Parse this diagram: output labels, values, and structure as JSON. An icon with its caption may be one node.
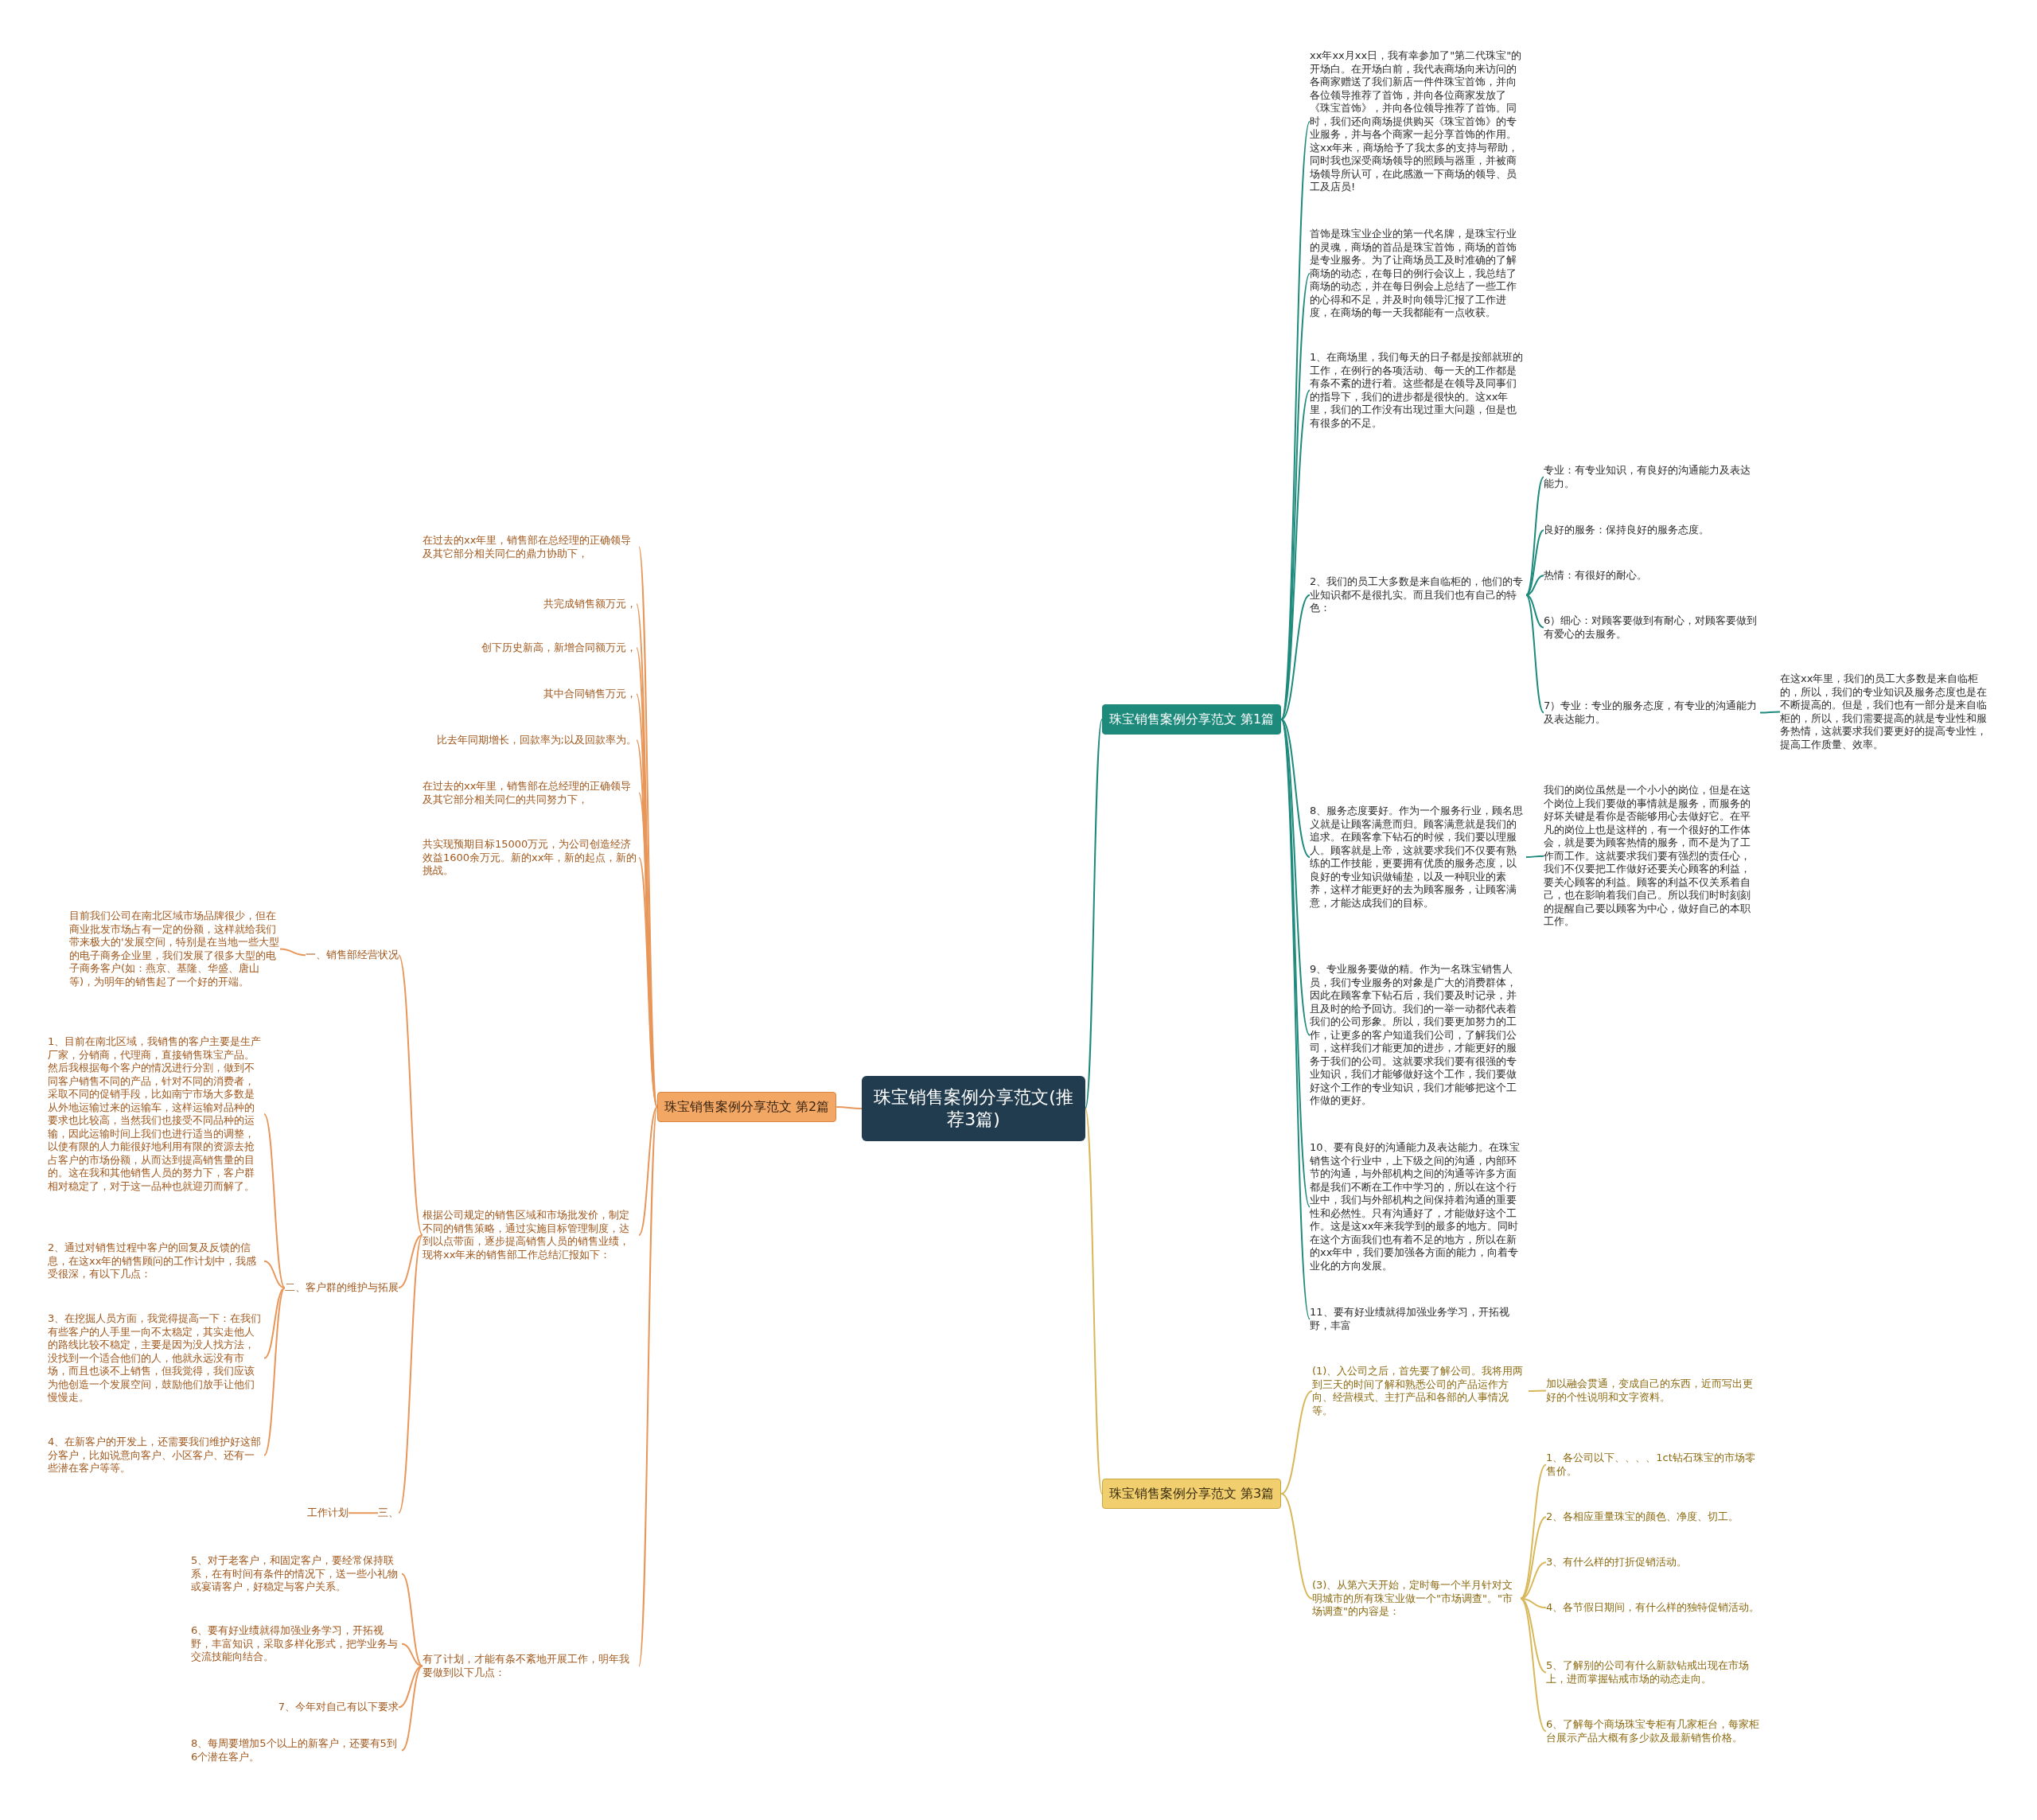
{
  "diagram": {
    "nodes": [
      {
        "text": [
          "珠宝销售案例分享范文(推荐3篇)"
        ]
      },
      {
        "text": [
          "珠宝销售案例分享范文 第1篇"
        ]
      },
      {
        "text": [
          "xx年xx月xx日，我有幸参加了\"第二代珠宝\"的开场白。在开场白前，我代表商场向来访问的各商家赠送了我们新店一件件珠宝首饰，并向各位领导推荐了首饰，并向各位商家发放了《珠宝首饰》，并向各位领导推荐了首饰。同时，我们还向商场提供购买《珠宝首饰》的专业服务，并与各个商家一起分享首饰的作用。这xx年来，商场给予了我太多的支持与帮助，同时我也深受商场领导的照顾与器重，并被商场领导所认可，在此感激一下商场的领导、员工及店员!"
        ]
      },
      {
        "text": [
          "首饰是珠宝业企业的第一代名牌，是珠宝行业的灵魂，商场的首品是珠宝首饰，商场的首饰是专业服务。为了让商场员工及时准确的了解商场的动态，在每日的例行会议上，我总结了商场的动态，并在每日例会上总结了一些工作的心得和不足，并及时向领导汇报了工作进度，在商场的每一天我都能有一点收获。"
        ]
      },
      {
        "text": [
          "1、在商场里，我们每天的日子都是按部就班的工作，在例行的各项活动、每一天的工作都是有条不紊的进行着。这些都是在领导及同事们的指导下，我们的进步都是很快的。这xx年里，我们的工作没有出现过重大问题，但是也有很多的不足。"
        ]
      },
      {
        "text": [
          "2、我们的员工大多数是来自临柜的，他们的专业知识都不是很扎实。而且我们也有自己的特色："
        ]
      },
      {
        "text": [
          "专业：有专业知识，有良好的沟通能力及表达能力。"
        ]
      },
      {
        "text": [
          "良好的服务：保持良好的服务态度。"
        ]
      },
      {
        "text": [
          "热情：有很好的耐心。"
        ]
      },
      {
        "text": [
          "6）细心：对顾客要做到有耐心，对顾客要做到有爱心的去服务。"
        ]
      },
      {
        "text": [
          "7）专业：专业的服务态度，有专业的沟通能力及表达能力。"
        ]
      },
      {
        "text": [
          "在这xx年里，我们的员工大多数是来自临柜的，所以，我们的专业知识及服务态度也是在不断提高的。但是，我们也有一部分是来自临柜的，所以，我们需要提高的就是专业性和服务热情，这就要求我们要更好的提高专业性，提高工作质量、效率。"
        ]
      },
      {
        "text": [
          "8、服务态度要好。作为一个服务行业，顾名思义就是让顾客满意而归。顾客满意就是我们的追求。在顾客拿下钻石的时候，我们要以理服人。顾客就是上帝，这就要求我们不仅要有熟练的工作技能，更要拥有优质的服务态度，以良好的专业知识做铺垫，以及一种职业的素养，这样才能更好的去为顾客服务，让顾客满意，才能达成我们的目标。"
        ]
      },
      {
        "text": [
          "我们的岗位虽然是一个小小的岗位，但是在这个岗位上我们要做的事情就是服务，而服务的好坏关键是看你是否能够用心去做好它。在平凡的岗位上也是这样的，有一个很好的工作体会，就是要为顾客热情的服务，而不是为了工作而工作。这就要求我们要有强烈的责任心，我们不仅要把工作做好还要关心顾客的利益，要关心顾客的利益。顾客的利益不仅关系着自己，也在影响着我们自己。所以我们时时刻刻的提醒自己要以顾客为中心，做好自己的本职工作。"
        ]
      },
      {
        "text": [
          "9、专业服务要做的精。作为一名珠宝销售人员，我们专业服务的对象是广大的消费群体，因此在顾客拿下钻石后，我们要及时记录，并且及时的给予回访。我们的一举一动都代表着我们的公司形象。所以，我们要更加努力的工作，让更多的客户知道我们公司，了解我们公司，这样我们才能更加的进步，才能更好的服务于我们的公司。这就要求我们要有很强的专业知识，我们才能够做好这个工作，我们要做好这个工作的专业知识，我们才能够把这个工作做的更好。"
        ]
      },
      {
        "text": [
          "10、要有良好的沟通能力及表达能力。在珠宝销售这个行业中，上下级之间的沟通，内部环节的沟通，与外部机构之间的沟通等许多方面都是我们不断在工作中学习的，所以在这个行业中，我们与外部机构之间保持着沟通的重要性和必然性。只有沟通好了，才能做好这个工作。这是这xx年来我学到的最多的地方。同时在这个方面我们也有着不足的地方，所以在新的xx年中，我们要加强各方面的能力，向着专业化的方向发展。"
        ]
      },
      {
        "text": [
          "11、要有好业绩就得加强业务学习，开拓视野，丰富"
        ]
      },
      {
        "text": [
          "珠宝销售案例分享范文 第3篇"
        ]
      },
      {
        "text": [
          "(1)、入公司之后，首先要了解公司。我将用两到三天的时间了解和熟悉公司的产品运作方向、经营模式、主打产品和各部的人事情况等。"
        ]
      },
      {
        "text": [
          "加以融会贯通，变成自己的东西，近而写出更好的个性说明和文字资料。"
        ]
      },
      {
        "text": [
          "(3)、从第六天开始，定时每一个半月针对文明城市的所有珠宝业做一个\"市场调查\"。\"市场调查\"的内容是："
        ]
      },
      {
        "text": [
          "1、各公司以下、、、、1ct钻石珠宝的市场零售价。"
        ]
      },
      {
        "text": [
          "2、各相应重量珠宝的颜色、净度、切工。"
        ]
      },
      {
        "text": [
          "3、有什么样的打折促销活动。"
        ]
      },
      {
        "text": [
          "4、各节假日期间，有什么样的独特促销活动。"
        ]
      },
      {
        "text": [
          "5、了解别的公司有什么新款钻戒出现在市场上，进而掌握钻戒市场的动态走向。"
        ]
      },
      {
        "text": [
          "6、了解每个商场珠宝专柜有几家柜台，每家柜台展示产品大概有多少款及最新销售价格。"
        ]
      },
      {
        "text": [
          "珠宝销售案例分享范文 第2篇"
        ]
      },
      {
        "text": [
          "在过去的xx年里，销售部在总经理的正确领导及其它部分相关同仁的鼎力协助下，"
        ]
      },
      {
        "text": [
          "共完成销售额万元，"
        ]
      },
      {
        "text": [
          "创下历史新高，新增合同额万元，"
        ]
      },
      {
        "text": [
          "其中合同销售万元，"
        ]
      },
      {
        "text": [
          "比去年同期增长，回款率为;以及回款率为。"
        ]
      },
      {
        "text": [
          "在过去的xx年里，销售部在总经理的正确领导及其它部分相关同仁的共同努力下，"
        ]
      },
      {
        "text": [
          "共实现预期目标15000万元，为公司创造经济效益1600余万元。新的xx年，新的起点，新的挑战。"
        ]
      },
      {
        "text": [
          "根据公司规定的销售区域和市场批发价，制定不同的销售策略，通过实施目标管理制度，达到以点带面，逐步提高销售人员的销售业绩，现将xx年来的销售部工作总结汇报如下："
        ]
      },
      {
        "text": [
          "一、销售部经营状况"
        ]
      },
      {
        "text": [
          "目前我们公司在南北区域市场品牌很少，但在商业批发市场占有一定的份额，这样就给我们带来极大的'发展空间，特别是在当地一些大型的电子商务企业里，我们发展了很多大型的电子商务客户(如：燕京、基隆、华盛、唐山等)，为明年的销售起了一个好的开端。"
        ]
      },
      {
        "text": [
          "二、客户群的维护与拓展"
        ]
      },
      {
        "text": [
          "1、目前在南北区域，我销售的客户主要是生产厂家，分销商，代理商，直接销售珠宝产品。然后我根据每个客户的情况进行分割，做到不同客户销售不同的产品，针对不同的消费者，采取不同的促销手段，比如南宁市场大多数是从外地运输过来的运输车，这样运输对品种的要求也比较高，当然我们也接受不同品种的运输，因此运输时间上我们也进行适当的调整，以使有限的人力能很好地利用有限的资源去抢占客户的市场份额，从而达到提高销售量的目的。这在我和其他销售人员的努力下，客户群相对稳定了，对于这一品种也就迎刃而解了。"
        ]
      },
      {
        "text": [
          "2、通过对销售过程中客户的回复及反馈的信息，在这xx年的销售顾问的工作计划中，我感受很深，有以下几点："
        ]
      },
      {
        "text": [
          "3、在挖掘人员方面，我觉得提高一下：在我们有些客户的人手里一向不太稳定，其实走他人的路线比较不稳定，主要是因为没人找方法，没找到一个适合他们的人，他就永远没有市场，而且也谈不上销售，但我觉得，我们应该为他创造一个发展空间，鼓励他们放手让他们慢慢走。"
        ]
      },
      {
        "text": [
          "4、在新客户的开发上，还需要我们维护好这部分客户，比如说意向客户、小区客户、还有一些潜在客户等等。"
        ]
      },
      {
        "text": [
          "三、"
        ]
      },
      {
        "text": [
          "工作计划"
        ]
      },
      {
        "text": [
          "有了计划，才能有条不紊地开展工作，明年我要做到以下几点："
        ]
      },
      {
        "text": [
          "5、对于老客户，和固定客户，要经常保持联系，在有时间有条件的情况下，送一些小礼物或宴请客户，好稳定与客户关系。"
        ]
      },
      {
        "text": [
          "6、要有好业绩就得加强业务学习，开拓视野，丰富知识，采取多样化形式，把学业务与交流技能向结合。"
        ]
      },
      {
        "text": [
          "7、今年对自己有以下要求"
        ]
      },
      {
        "text": [
          "8、每周要增加5个以上的新客户，还要有5到6个潜在客户。"
        ]
      }
    ],
    "edges": [
      {
        "from": 0,
        "to": 1,
        "arrow": "none",
        "color": "#1e8a7c"
      },
      {
        "from": 0,
        "to": 27,
        "arrow": "none"
      },
      {
        "from": 0,
        "to": 17,
        "arrow": "none",
        "color": "#d8b85a"
      },
      {
        "from": 1,
        "to": 2,
        "arrow": "none",
        "color": "#1e8a7c"
      },
      {
        "from": 1,
        "to": 3,
        "arrow": "none",
        "color": "#1e8a7c"
      },
      {
        "from": 1,
        "to": 4,
        "arrow": "none",
        "color": "#1e8a7c"
      },
      {
        "from": 1,
        "to": 5,
        "arrow": "none",
        "color": "#1e8a7c"
      },
      {
        "from": 5,
        "to": 6,
        "arrow": "none",
        "color": "#1e8a7c"
      },
      {
        "from": 5,
        "to": 7,
        "arrow": "none",
        "color": "#1e8a7c"
      },
      {
        "from": 5,
        "to": 8,
        "arrow": "none",
        "color": "#1e8a7c"
      },
      {
        "from": 5,
        "to": 9,
        "arrow": "none",
        "color": "#1e8a7c"
      },
      {
        "from": 5,
        "to": 10,
        "arrow": "none",
        "color": "#1e8a7c"
      },
      {
        "from": 10,
        "to": 11,
        "arrow": "none",
        "color": "#1e8a7c"
      },
      {
        "from": 1,
        "to": 12,
        "arrow": "none",
        "color": "#1e8a7c"
      },
      {
        "from": 12,
        "to": 13,
        "arrow": "none",
        "color": "#1e8a7c"
      },
      {
        "from": 1,
        "to": 14,
        "arrow": "none",
        "color": "#1e8a7c"
      },
      {
        "from": 1,
        "to": 15,
        "arrow": "none",
        "color": "#1e8a7c"
      },
      {
        "from": 1,
        "to": 16,
        "arrow": "none",
        "color": "#1e8a7c"
      },
      {
        "from": 17,
        "to": 18,
        "arrow": "none",
        "color": "#d8b85a"
      },
      {
        "from": 18,
        "to": 19,
        "arrow": "none",
        "color": "#d8b85a"
      },
      {
        "from": 17,
        "to": 20,
        "arrow": "none",
        "color": "#d8b85a"
      },
      {
        "from": 20,
        "to": 21,
        "arrow": "none",
        "color": "#d8b85a"
      },
      {
        "from": 20,
        "to": 22,
        "arrow": "none",
        "color": "#d8b85a"
      },
      {
        "from": 20,
        "to": 23,
        "arrow": "none",
        "color": "#d8b85a"
      },
      {
        "from": 20,
        "to": 24,
        "arrow": "none",
        "color": "#d8b85a"
      },
      {
        "from": 20,
        "to": 25,
        "arrow": "none",
        "color": "#d8b85a"
      },
      {
        "from": 20,
        "to": 26,
        "arrow": "none",
        "color": "#d8b85a"
      },
      {
        "from": 27,
        "to": 28,
        "arrow": "none"
      },
      {
        "from": 27,
        "to": 29,
        "arrow": "none"
      },
      {
        "from": 27,
        "to": 30,
        "arrow": "none"
      },
      {
        "from": 27,
        "to": 31,
        "arrow": "none"
      },
      {
        "from": 27,
        "to": 32,
        "arrow": "none"
      },
      {
        "from": 27,
        "to": 33,
        "arrow": "none"
      },
      {
        "from": 27,
        "to": 34,
        "arrow": "none"
      },
      {
        "from": 27,
        "to": 35,
        "arrow": "none"
      },
      {
        "from": 35,
        "to": 36,
        "arrow": "none"
      },
      {
        "from": 36,
        "to": 37,
        "arrow": "none"
      },
      {
        "from": 35,
        "to": 38,
        "arrow": "none"
      },
      {
        "from": 38,
        "to": 39,
        "arrow": "none"
      },
      {
        "from": 38,
        "to": 40,
        "arrow": "none"
      },
      {
        "from": 38,
        "to": 41,
        "arrow": "none"
      },
      {
        "from": 38,
        "to": 42,
        "arrow": "none"
      },
      {
        "from": 35,
        "to": 43,
        "arrow": "none"
      },
      {
        "from": 43,
        "to": 44,
        "arrow": "none"
      },
      {
        "from": 27,
        "to": 45,
        "arrow": "none"
      },
      {
        "from": 45,
        "to": 46,
        "arrow": "none"
      },
      {
        "from": 45,
        "to": 47,
        "arrow": "none"
      },
      {
        "from": 45,
        "to": 48,
        "arrow": "none"
      },
      {
        "from": 45,
        "to": 49,
        "arrow": "none"
      }
    ]
  }
}
